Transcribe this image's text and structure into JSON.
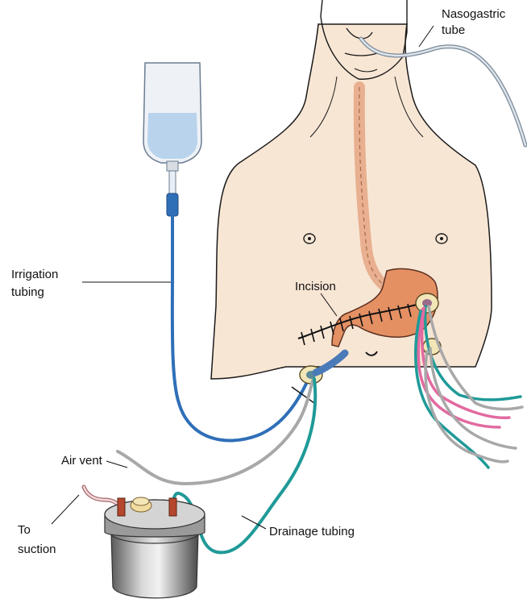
{
  "labels": {
    "nasogastric_line1": "Nasogastric",
    "nasogastric_line2": "tube",
    "irrigation_line1": "Irrigation",
    "irrigation_line2": "tubing",
    "incision": "Incision",
    "air_vent": "Air vent",
    "to_suction_line1": "To",
    "to_suction_line2": "suction",
    "drainage_tubing": "Drainage tubing"
  },
  "colors": {
    "skin": "#f8e6d4",
    "stomach": "#e49063",
    "irrigation_tube": "#2f6fb8",
    "drainage_tube": "#1f9a98",
    "air_vent_tube": "#a8a8a8",
    "pink_tube": "#e26aa0"
  }
}
